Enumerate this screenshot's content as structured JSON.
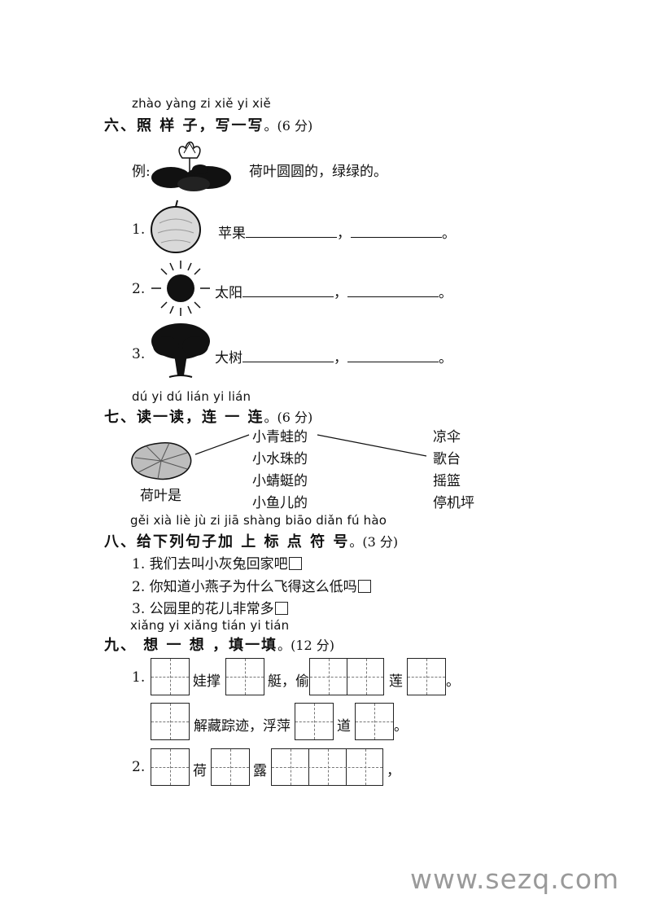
{
  "section6": {
    "pinyin": "zhào yàng zi   xiě yi xiě",
    "heading": "六、照  样  子，写一写",
    "points": "。(6 分)",
    "example_label": "例:",
    "example_text": "荷叶圆圆的，绿绿的。",
    "items": [
      {
        "num": "1.",
        "word": "苹果",
        "comma": "，",
        "end": "。",
        "icon": "apple-icon"
      },
      {
        "num": "2.",
        "word": "太阳",
        "comma": "，",
        "end": "。",
        "icon": "sun-icon"
      },
      {
        "num": "3.",
        "word": "大树",
        "comma": "，",
        "end": "。",
        "icon": "tree-icon"
      }
    ]
  },
  "section7": {
    "pinyin": "dú yi dú   lián yi lián",
    "heading": "七、读一读，连  一  连",
    "points": "。(6 分)",
    "leaf_label": "荷叶是",
    "left": [
      "小青蛙的",
      "小水珠的",
      "小蜻蜓的",
      "小鱼儿的"
    ],
    "right": [
      "凉伞",
      "歌台",
      "摇篮",
      "停机坪"
    ]
  },
  "section8": {
    "pinyin": "gěi xià liè jù  zi jiā shàng biāo diǎn fú hào",
    "heading": "八、给下列句子加  上   标  点 符 号",
    "points": "。(3 分)",
    "sentences": [
      "1. 我们去叫小灰兔回家吧",
      "2. 你知道小燕子为什么飞得这么低吗",
      "3. 公园里的花儿非常多"
    ]
  },
  "section9": {
    "pinyin": "xiǎng yi xiǎng   tián yi tián",
    "heading": "九、 想  一  想  ，填一填",
    "points": "。(12 分)",
    "n1": "1.",
    "t1": "娃撑",
    "t2": "艇，偷",
    "t3": "莲",
    "t4": "。",
    "t5": "解藏踪迹，浮萍",
    "t6": "道",
    "t7": "。",
    "n2": "2.",
    "t8": "荷",
    "t9": "露",
    "t10": "，"
  },
  "watermark": "www.sezq.com"
}
